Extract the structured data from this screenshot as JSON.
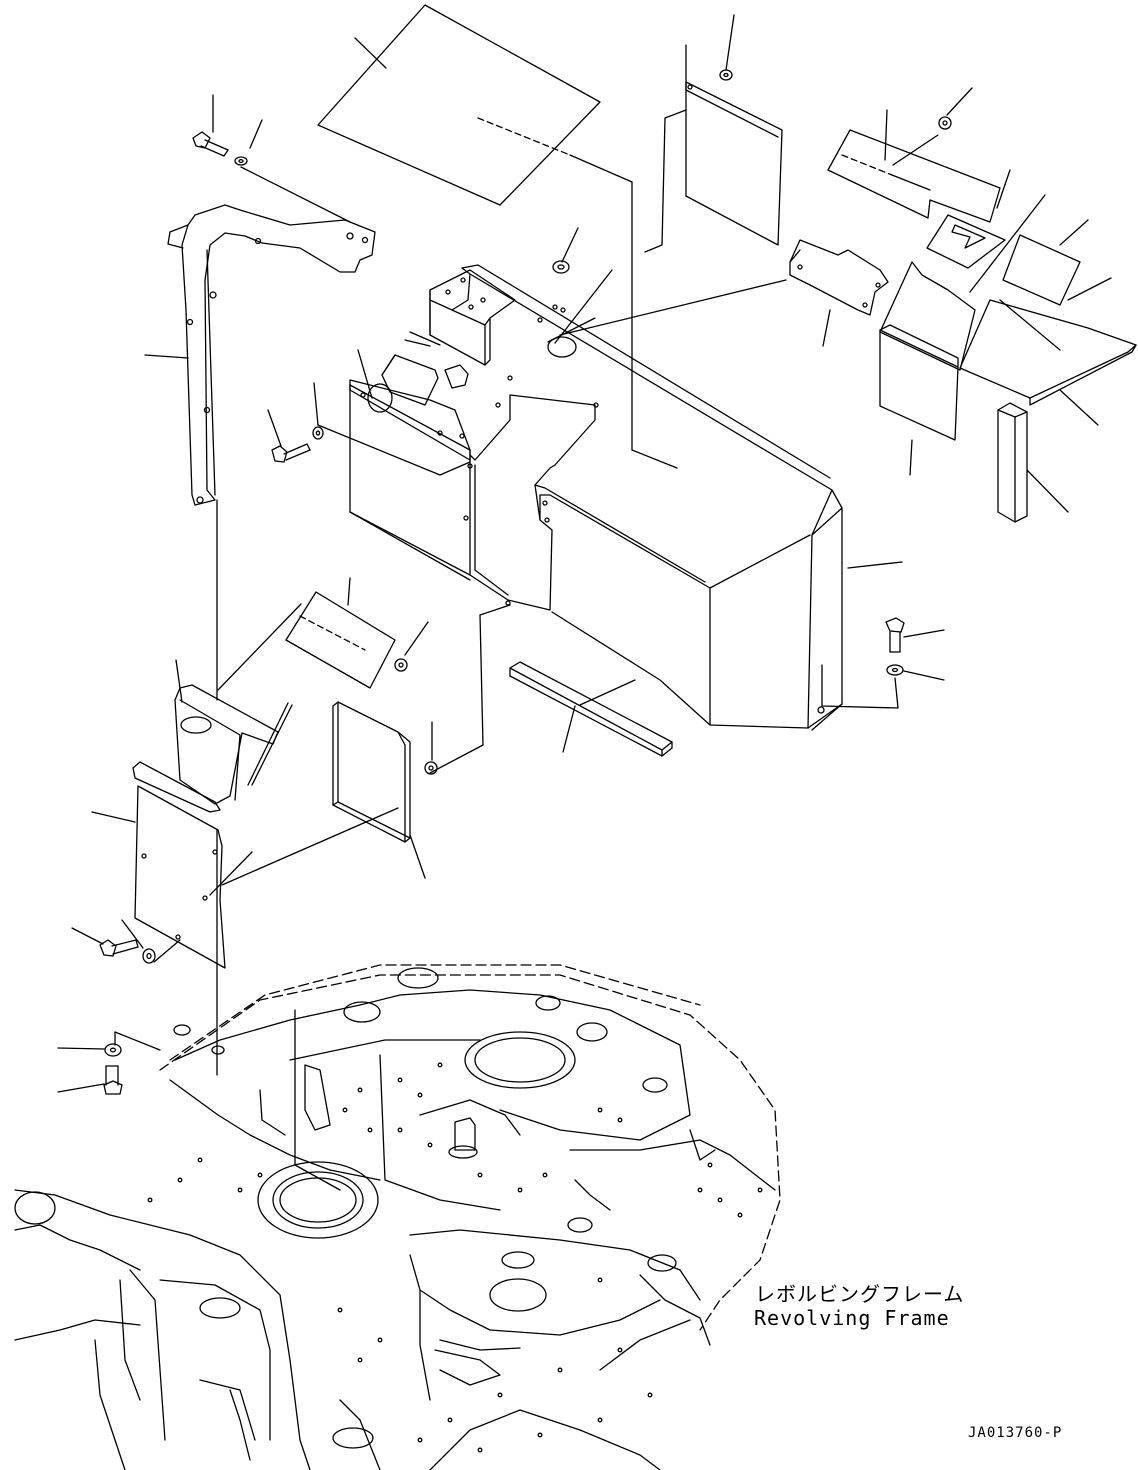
{
  "labels": {
    "frame_jp": "レボルビングフレーム",
    "frame_en": "Revolving Frame",
    "drawing_code": "JA013760-P"
  },
  "colors": {
    "line": "#000000",
    "background": "#ffffff"
  }
}
